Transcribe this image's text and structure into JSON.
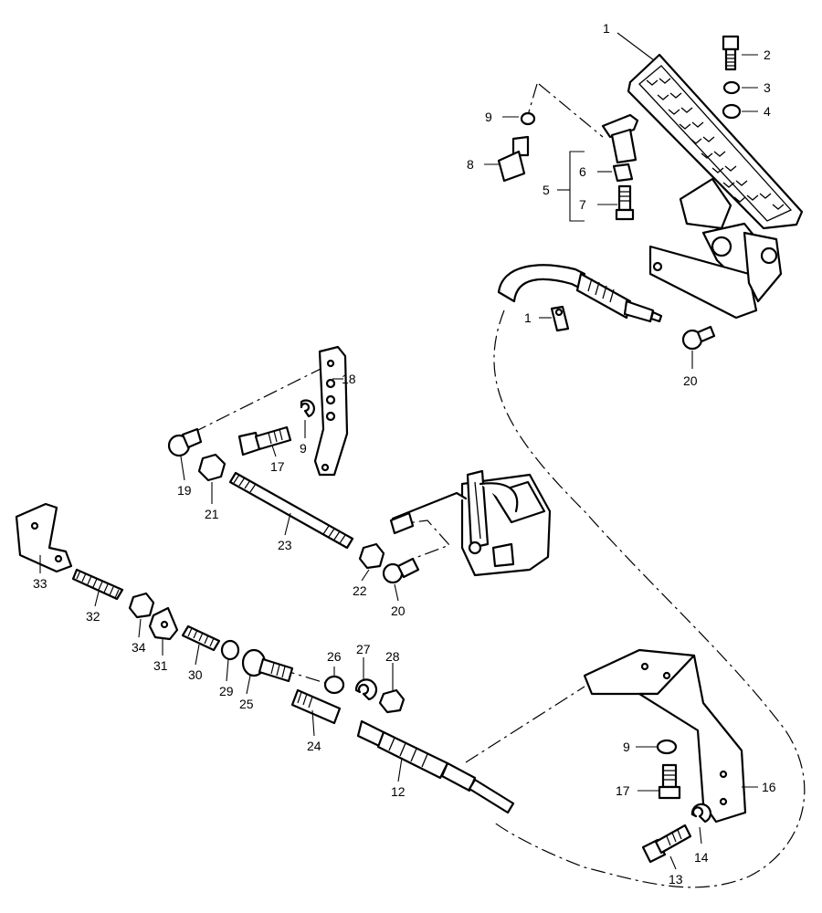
{
  "diagram": {
    "callouts": [
      {
        "id": "c1a",
        "text": "1"
      },
      {
        "id": "c2",
        "text": "2"
      },
      {
        "id": "c3",
        "text": "3"
      },
      {
        "id": "c4",
        "text": "4"
      },
      {
        "id": "c9a",
        "text": "9"
      },
      {
        "id": "c8",
        "text": "8"
      },
      {
        "id": "c6",
        "text": "6"
      },
      {
        "id": "c5",
        "text": "5"
      },
      {
        "id": "c7",
        "text": "7"
      },
      {
        "id": "c1b",
        "text": "1"
      },
      {
        "id": "c20a",
        "text": "20"
      },
      {
        "id": "c18",
        "text": "18"
      },
      {
        "id": "c9b",
        "text": "9"
      },
      {
        "id": "c17a",
        "text": "17"
      },
      {
        "id": "c19",
        "text": "19"
      },
      {
        "id": "c21",
        "text": "21"
      },
      {
        "id": "c23",
        "text": "23"
      },
      {
        "id": "c22",
        "text": "22"
      },
      {
        "id": "c20b",
        "text": "20"
      },
      {
        "id": "c33",
        "text": "33"
      },
      {
        "id": "c32",
        "text": "32"
      },
      {
        "id": "c34",
        "text": "34"
      },
      {
        "id": "c31",
        "text": "31"
      },
      {
        "id": "c30",
        "text": "30"
      },
      {
        "id": "c29",
        "text": "29"
      },
      {
        "id": "c25",
        "text": "25"
      },
      {
        "id": "c26",
        "text": "26"
      },
      {
        "id": "c27",
        "text": "27"
      },
      {
        "id": "c28",
        "text": "28"
      },
      {
        "id": "c24",
        "text": "24"
      },
      {
        "id": "c12",
        "text": "12"
      },
      {
        "id": "c9c",
        "text": "9"
      },
      {
        "id": "c17b",
        "text": "17"
      },
      {
        "id": "c16",
        "text": "16"
      },
      {
        "id": "c14",
        "text": "14"
      },
      {
        "id": "c13",
        "text": "13"
      }
    ]
  }
}
